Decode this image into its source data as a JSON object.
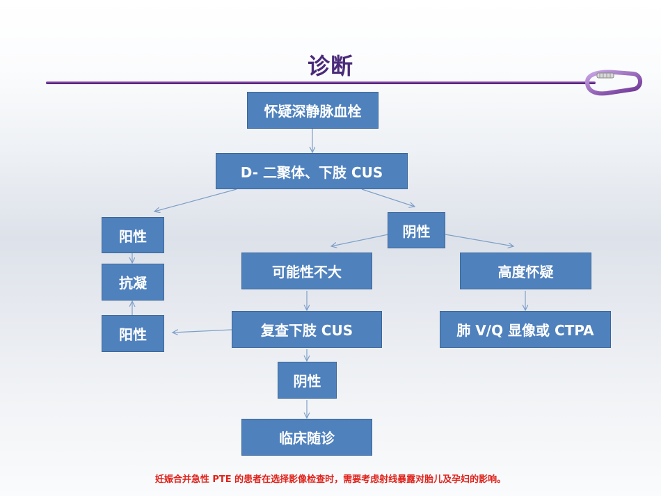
{
  "title": "诊断",
  "diagram": {
    "nodes": {
      "suspect_dvt": "怀疑深静脉血栓",
      "ddimer_cus": "D- 二聚体、下肢 CUS",
      "positive_1": "阳性",
      "anticoag": "抗凝",
      "positive_2": "阳性",
      "negative_1": "阴性",
      "unlikely": "可能性不大",
      "high_suspicion": "高度怀疑",
      "repeat_cus": "复查下肢 CUS",
      "vq_ctpa": "肺 V/Q 显像或 CTPA",
      "negative_2": "阴性",
      "clinical_followup": "临床随诊"
    }
  },
  "footnote": "妊娠合并急性 PTE 的患者在选择影像检查时，需要考虑射线暴露对胎儿及孕妇的影响。",
  "colors": {
    "node_fill": "#4f81bd",
    "title": "#4a2a7a",
    "footnote": "#e0221b",
    "arrow": "#7e9fc8"
  }
}
